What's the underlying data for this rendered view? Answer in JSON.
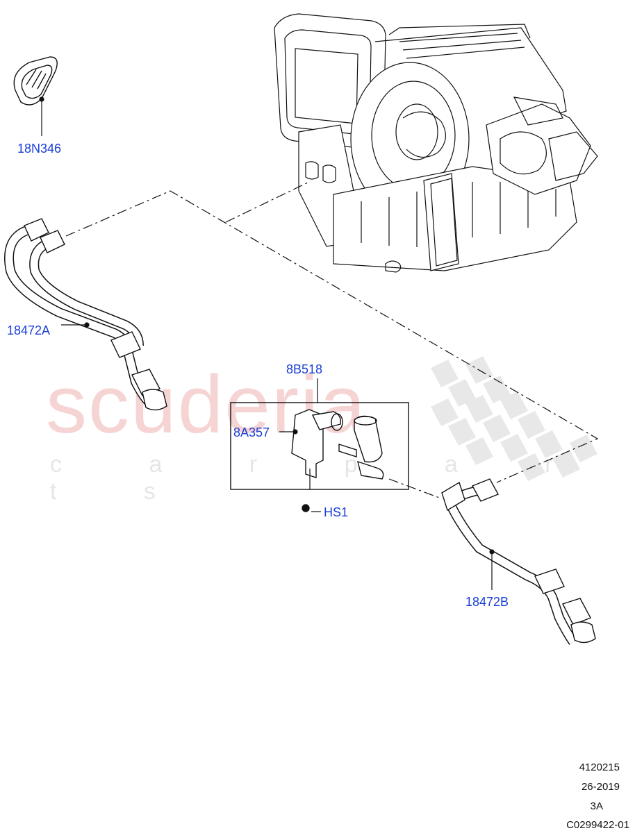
{
  "watermark": {
    "brand": "scuderia",
    "tagline": "c a r   p a r t s"
  },
  "callouts": {
    "grommet": "18N346",
    "hose_upper": "18472A",
    "pump_assembly": "8B518",
    "bracket": "8A357",
    "screw": "HS1",
    "hose_lower": "18472B"
  },
  "footer": {
    "code": "4120215",
    "date": "26-2019",
    "rev": "3A",
    "ref": "C0299422-01"
  },
  "colors": {
    "callout": "#1a3fd6",
    "line": "#111111",
    "watermark": "#f4c6c6"
  }
}
